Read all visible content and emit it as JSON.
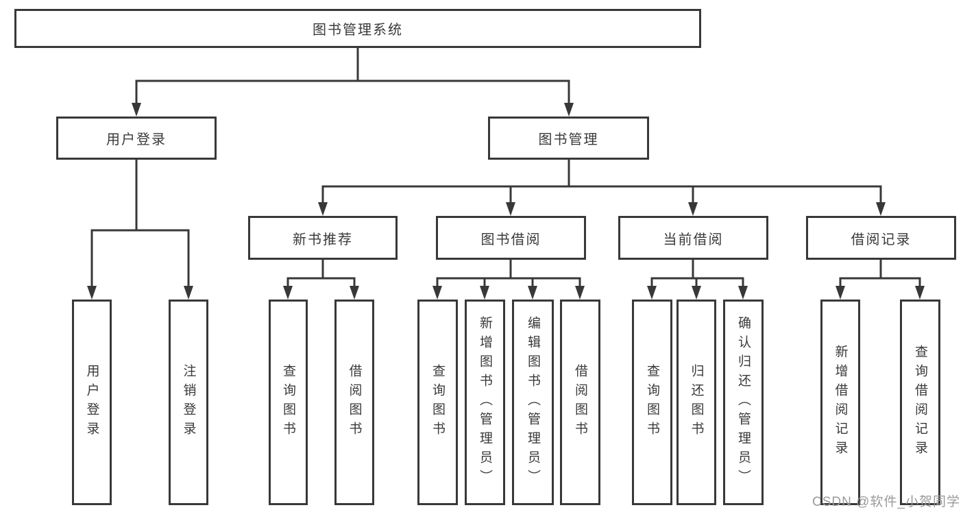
{
  "tree": {
    "label": "图书管理系统",
    "children": [
      {
        "label": "用户登录",
        "children": [
          {
            "label": "用户登录"
          },
          {
            "label": "注销登录"
          }
        ]
      },
      {
        "label": "图书管理",
        "children": [
          {
            "label": "新书推荐",
            "children": [
              {
                "label": "查询图书"
              },
              {
                "label": "借阅图书"
              }
            ]
          },
          {
            "label": "图书借阅",
            "children": [
              {
                "label": "查询图书"
              },
              {
                "label": "新增图书（管理员）"
              },
              {
                "label": "编辑图书（管理员）"
              },
              {
                "label": "借阅图书"
              }
            ]
          },
          {
            "label": "当前借阅",
            "children": [
              {
                "label": "查询图书"
              },
              {
                "label": "归还图书"
              },
              {
                "label": "确认归还（管理员）"
              }
            ]
          },
          {
            "label": "借阅记录",
            "children": [
              {
                "label": "新增借阅记录"
              },
              {
                "label": "查询借阅记录"
              }
            ]
          }
        ]
      }
    ]
  },
  "watermark": {
    "text": "CSDN @软件_小贺同学"
  },
  "colors": {
    "line": "#383838",
    "text": "#3a3a3a",
    "watermark": "#9a9a9a",
    "background": "#ffffff"
  }
}
